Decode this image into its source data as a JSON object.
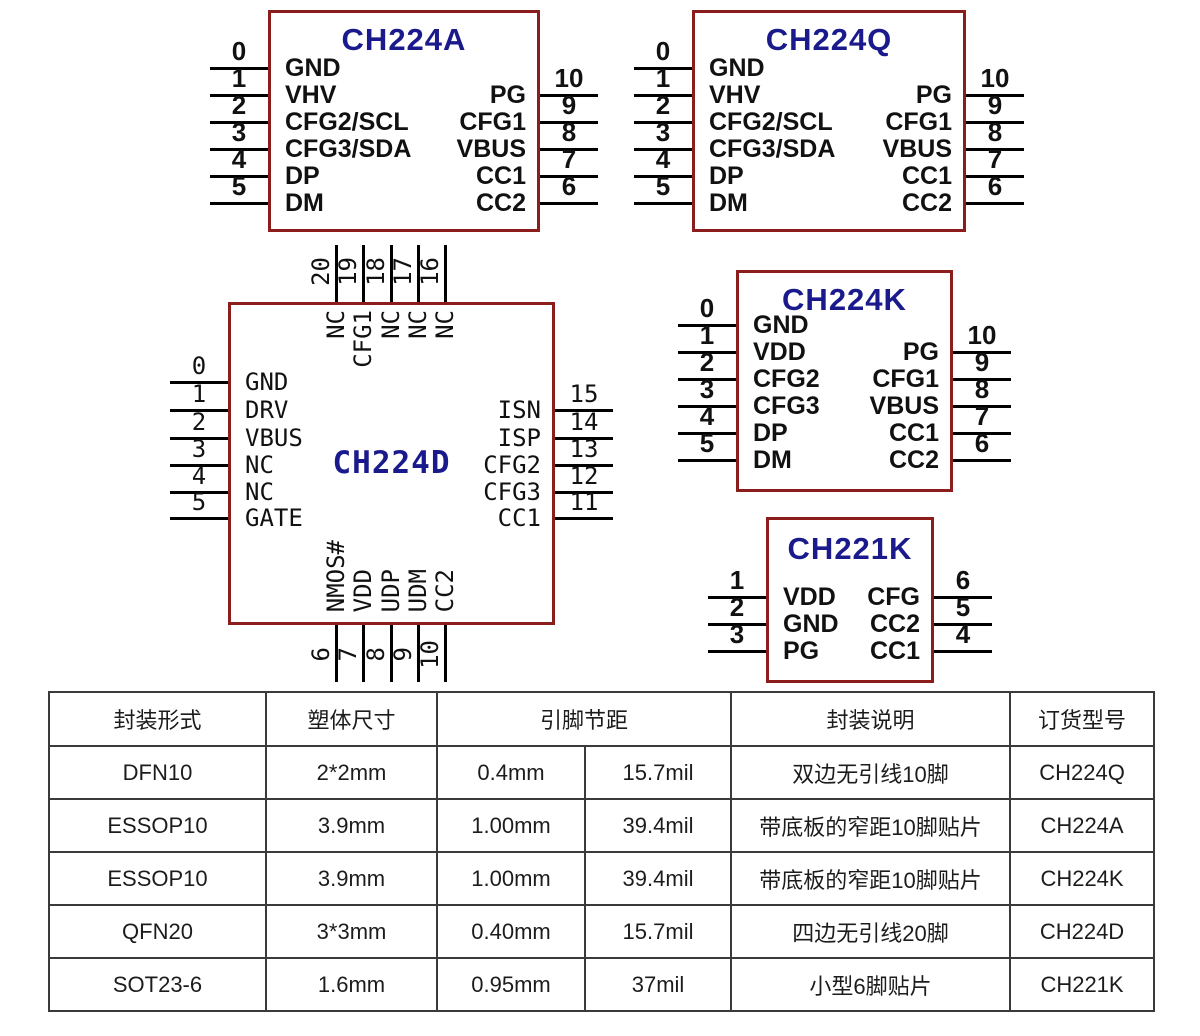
{
  "colors": {
    "chip_border": "#8b1d1d",
    "chip_title": "#1a1a8c",
    "pin_line": "#000000",
    "table_border": "#3a3a3a",
    "background": "#ffffff"
  },
  "chips": {
    "ch224a": {
      "title": "CH224A",
      "left_pins": [
        {
          "num": "0",
          "label": "GND"
        },
        {
          "num": "1",
          "label": "VHV"
        },
        {
          "num": "2",
          "label": "CFG2/SCL"
        },
        {
          "num": "3",
          "label": "CFG3/SDA"
        },
        {
          "num": "4",
          "label": "DP"
        },
        {
          "num": "5",
          "label": "DM"
        }
      ],
      "right_pins": [
        {
          "num": "10",
          "label": "PG"
        },
        {
          "num": "9",
          "label": "CFG1"
        },
        {
          "num": "8",
          "label": "VBUS"
        },
        {
          "num": "7",
          "label": "CC1"
        },
        {
          "num": "6",
          "label": "CC2"
        }
      ]
    },
    "ch224q": {
      "title": "CH224Q",
      "left_pins": [
        {
          "num": "0",
          "label": "GND"
        },
        {
          "num": "1",
          "label": "VHV"
        },
        {
          "num": "2",
          "label": "CFG2/SCL"
        },
        {
          "num": "3",
          "label": "CFG3/SDA"
        },
        {
          "num": "4",
          "label": "DP"
        },
        {
          "num": "5",
          "label": "DM"
        }
      ],
      "right_pins": [
        {
          "num": "10",
          "label": "PG"
        },
        {
          "num": "9",
          "label": "CFG1"
        },
        {
          "num": "8",
          "label": "VBUS"
        },
        {
          "num": "7",
          "label": "CC1"
        },
        {
          "num": "6",
          "label": "CC2"
        }
      ]
    },
    "ch224k": {
      "title": "CH224K",
      "left_pins": [
        {
          "num": "0",
          "label": "GND"
        },
        {
          "num": "1",
          "label": "VDD"
        },
        {
          "num": "2",
          "label": "CFG2"
        },
        {
          "num": "3",
          "label": "CFG3"
        },
        {
          "num": "4",
          "label": "DP"
        },
        {
          "num": "5",
          "label": "DM"
        }
      ],
      "right_pins": [
        {
          "num": "10",
          "label": "PG"
        },
        {
          "num": "9",
          "label": "CFG1"
        },
        {
          "num": "8",
          "label": "VBUS"
        },
        {
          "num": "7",
          "label": "CC1"
        },
        {
          "num": "6",
          "label": "CC2"
        }
      ]
    },
    "ch221k": {
      "title": "CH221K",
      "left_pins": [
        {
          "num": "1",
          "label": "VDD"
        },
        {
          "num": "2",
          "label": "GND"
        },
        {
          "num": "3",
          "label": "PG"
        }
      ],
      "right_pins": [
        {
          "num": "6",
          "label": "CFG"
        },
        {
          "num": "5",
          "label": "CC2"
        },
        {
          "num": "4",
          "label": "CC1"
        }
      ]
    },
    "ch224d": {
      "title": "CH224D",
      "left_pins": [
        {
          "num": "0",
          "label": "GND"
        },
        {
          "num": "1",
          "label": "DRV"
        },
        {
          "num": "2",
          "label": "VBUS"
        },
        {
          "num": "3",
          "label": "NC"
        },
        {
          "num": "4",
          "label": "NC"
        },
        {
          "num": "5",
          "label": "GATE"
        }
      ],
      "right_pins": [
        {
          "num": "15",
          "label": "ISN"
        },
        {
          "num": "14",
          "label": "ISP"
        },
        {
          "num": "13",
          "label": "CFG2"
        },
        {
          "num": "12",
          "label": "CFG3"
        },
        {
          "num": "11",
          "label": "CC1"
        }
      ],
      "top_pins": [
        {
          "num": "20",
          "label": "NC"
        },
        {
          "num": "19",
          "label": "CFG1"
        },
        {
          "num": "18",
          "label": "NC"
        },
        {
          "num": "17",
          "label": "NC"
        },
        {
          "num": "16",
          "label": "NC"
        }
      ],
      "bottom_pins": [
        {
          "num": "6",
          "label": "NMOS#"
        },
        {
          "num": "7",
          "label": "VDD"
        },
        {
          "num": "8",
          "label": "UDP"
        },
        {
          "num": "9",
          "label": "UDM"
        },
        {
          "num": "10",
          "label": "CC2"
        }
      ]
    }
  },
  "table": {
    "headers": [
      "封装形式",
      "塑体尺寸",
      "引脚节距",
      "封装说明",
      "订货型号"
    ],
    "rows": [
      [
        "DFN10",
        "2*2mm",
        "0.4mm",
        "15.7mil",
        "双边无引线10脚",
        "CH224Q"
      ],
      [
        "ESSOP10",
        "3.9mm",
        "1.00mm",
        "39.4mil",
        "带底板的窄距10脚贴片",
        "CH224A"
      ],
      [
        "ESSOP10",
        "3.9mm",
        "1.00mm",
        "39.4mil",
        "带底板的窄距10脚贴片",
        "CH224K"
      ],
      [
        "QFN20",
        "3*3mm",
        "0.40mm",
        "15.7mil",
        "四边无引线20脚",
        "CH224D"
      ],
      [
        "SOT23-6",
        "1.6mm",
        "0.95mm",
        "37mil",
        "小型6脚贴片",
        "CH221K"
      ]
    ]
  }
}
